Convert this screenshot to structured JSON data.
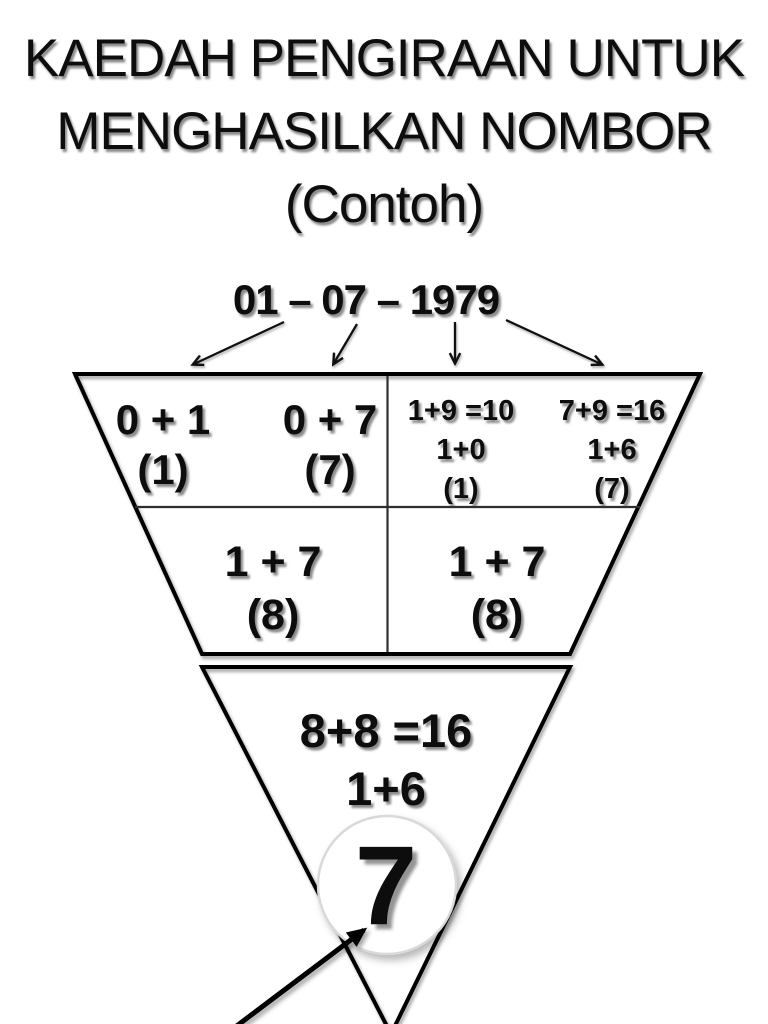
{
  "slide": {
    "title_lines": [
      "KAEDAH PENGIRAAN UNTUK",
      "MENGHASILKAN NOMBOR",
      "(Contoh)"
    ],
    "date": "01 – 07 – 1979"
  },
  "funnel": {
    "row1": {
      "day": {
        "expr": "0 + 1",
        "result": "(1)"
      },
      "month": {
        "expr": "0 + 7",
        "result": "(7)"
      },
      "year_left": {
        "expr": "1+9 =10",
        "mid": "1+0",
        "result": "(1)"
      },
      "year_right": {
        "expr": "7+9 =16",
        "mid": "1+6",
        "result": "(7)"
      }
    },
    "row2": {
      "left": {
        "expr": "1 + 7",
        "result": "(8)"
      },
      "right": {
        "expr": "1 + 7",
        "result": "(8)"
      }
    },
    "apex": {
      "expr": "8+8 =16",
      "mid": "1+6",
      "final": "7"
    }
  },
  "colors": {
    "background": "#ffffff",
    "text": "#0d0d0d",
    "outline": "#000000",
    "divider": "#2e2e2e",
    "circle_ring": "#d9d9d9"
  }
}
